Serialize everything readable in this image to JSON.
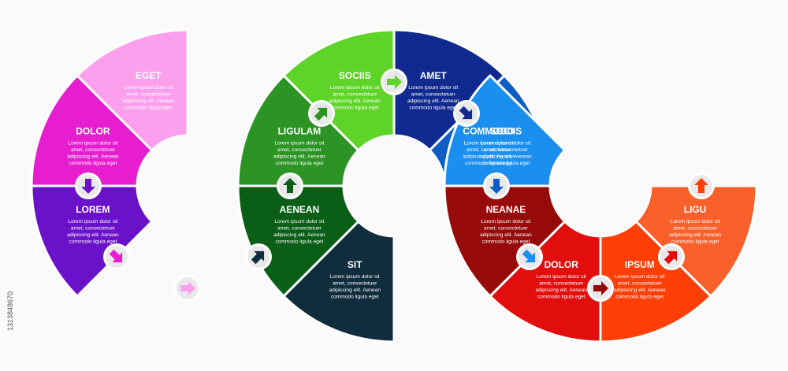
{
  "lorem_text": [
    "Lorem ipsum dolor sit",
    "amet, consectetuer",
    "adipiscing elit. Aenean",
    "commodo ligula eget"
  ],
  "stock_id": "1313848670",
  "segments": [
    {
      "title": "LOREM",
      "color": "#6a12c9",
      "arrow": "down"
    },
    {
      "title": "DOLOR",
      "color": "#e61ecf",
      "arrow": "down-right"
    },
    {
      "title": "EGET",
      "color": "#fca0ee",
      "arrow": "right"
    },
    {
      "title": "SIT",
      "color": "#0f2d3d",
      "arrow": "up-right"
    },
    {
      "title": "AENEAN",
      "color": "#0a5e16",
      "arrow": "up"
    },
    {
      "title": "LIGULAM",
      "color": "#2b9424",
      "arrow": "up-right"
    },
    {
      "title": "SOCIIS",
      "color": "#5ed428",
      "arrow": "right"
    },
    {
      "title": "AMET",
      "color": "#102a8f",
      "arrow": "down-right"
    },
    {
      "title": "COMMODO",
      "color": "#0e5ec5",
      "arrow": "down"
    },
    {
      "title": "SOCIIS",
      "color": "#1a8ff0",
      "arrow": "down-right"
    },
    {
      "title": "NEANAE",
      "color": "#960a0a",
      "arrow": "right"
    },
    {
      "title": "DOLOR",
      "color": "#e20e0e",
      "arrow": "up-right"
    },
    {
      "title": "IPSUM",
      "color": "#ff3f07",
      "arrow": "up"
    },
    {
      "title": "LIGU",
      "color": "#f9602a",
      "arrow": "up"
    }
  ]
}
